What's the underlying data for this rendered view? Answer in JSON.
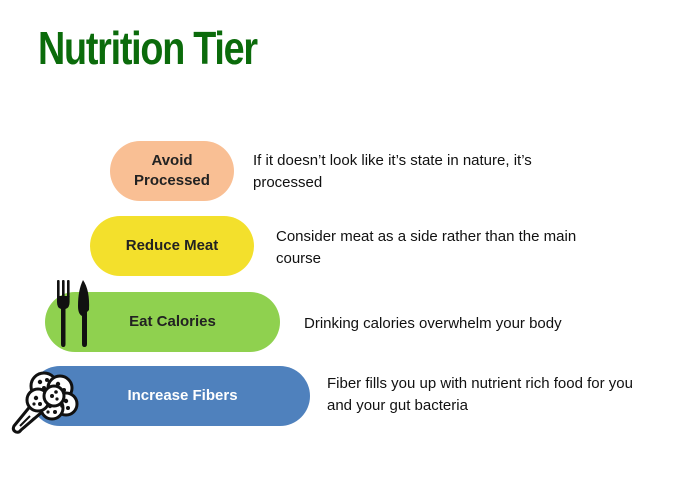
{
  "title": "Nutrition Tier",
  "tiers": [
    {
      "label": "Avoid\nProcessed",
      "color": "#f9bf94",
      "description": "If it doesn’t look  like it’s state in nature, it’s\nprocessed"
    },
    {
      "label": "Reduce Meat",
      "color": "#f3e02c",
      "description": "Consider meat as a side rather than the main\ncourse"
    },
    {
      "label": "Eat Calories",
      "color": "#8fd14f",
      "description": "Drinking calories overwhelm your body"
    },
    {
      "label": "Increase Fibers",
      "color": "#4f81bd",
      "description": "Fiber fills you up with nutrient rich food for you\nand your gut bacteria"
    }
  ],
  "icons": [
    "fork-knife-icon",
    "broccoli-icon"
  ]
}
